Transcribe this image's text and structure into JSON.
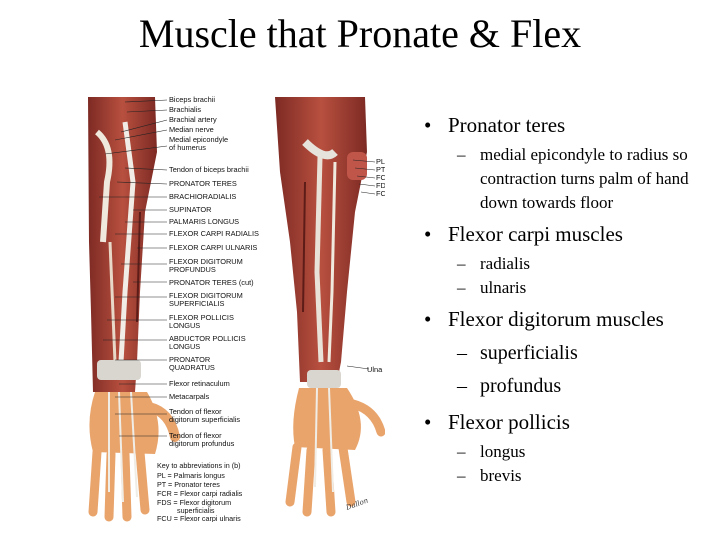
{
  "slide": {
    "title": "Muscle that Pronate & Flex"
  },
  "figure": {
    "left_labels": [
      "Biceps brachii",
      "Brachialis",
      "Brachial artery",
      "Median nerve",
      "Medial epicondyle",
      "of humerus",
      "Tendon of biceps brachii",
      "PRONATOR TERES",
      "BRACHIORADIALIS",
      "SUPINATOR",
      "PALMARIS LONGUS",
      "FLEXOR CARPI RADIALIS",
      "FLEXOR CARPI ULNARIS",
      "FLEXOR DIGITORUM",
      "PROFUNDUS",
      "PRONATOR TERES (cut)",
      "FLEXOR DIGITORUM",
      "SUPERFICIALIS",
      "FLEXOR POLLICIS",
      "LONGUS",
      "ABDUCTOR POLLICIS",
      "LONGUS",
      "PRONATOR",
      "QUADRATUS",
      "Flexor retinaculum",
      "Metacarpals",
      "Tendon of flexor",
      "digitorum superficialis",
      "Tendon of flexor",
      "digitorum profundus"
    ],
    "right_labels": [
      "PL",
      "PT",
      "FCR",
      "FDS",
      "FCU"
    ],
    "ulna_label": "Ulna",
    "key_title": "Key to abbreviations in (b)",
    "key_rows": [
      "PL  =  Palmaris longus",
      "PT  =  Pronator teres",
      "FCR =  Flexor carpi radialis",
      "FDS =  Flexor digitorum",
      "          superficialis",
      "FCU =  Flexor carpi ulnaris"
    ],
    "signature": "Dallon",
    "colors": {
      "muscle": "#a8413a",
      "muscle_dark": "#7d2a24",
      "tendon": "#e6e3dc",
      "skin": "#e9a46c"
    }
  },
  "bullets": {
    "pronator_teres": {
      "label": "Pronator teres",
      "sub": [
        "medial epicondyle to radius so contraction turns palm of hand down towards floor"
      ]
    },
    "flexor_carpi": {
      "label": "Flexor carpi muscles",
      "sub": [
        "radialis",
        "ulnaris"
      ]
    },
    "flexor_digitorum": {
      "label": "Flexor digitorum muscles",
      "sub": [
        "superficialis",
        "profundus"
      ]
    },
    "flexor_pollicis": {
      "label": "Flexor pollicis",
      "sub": [
        "longus",
        "brevis"
      ]
    }
  }
}
